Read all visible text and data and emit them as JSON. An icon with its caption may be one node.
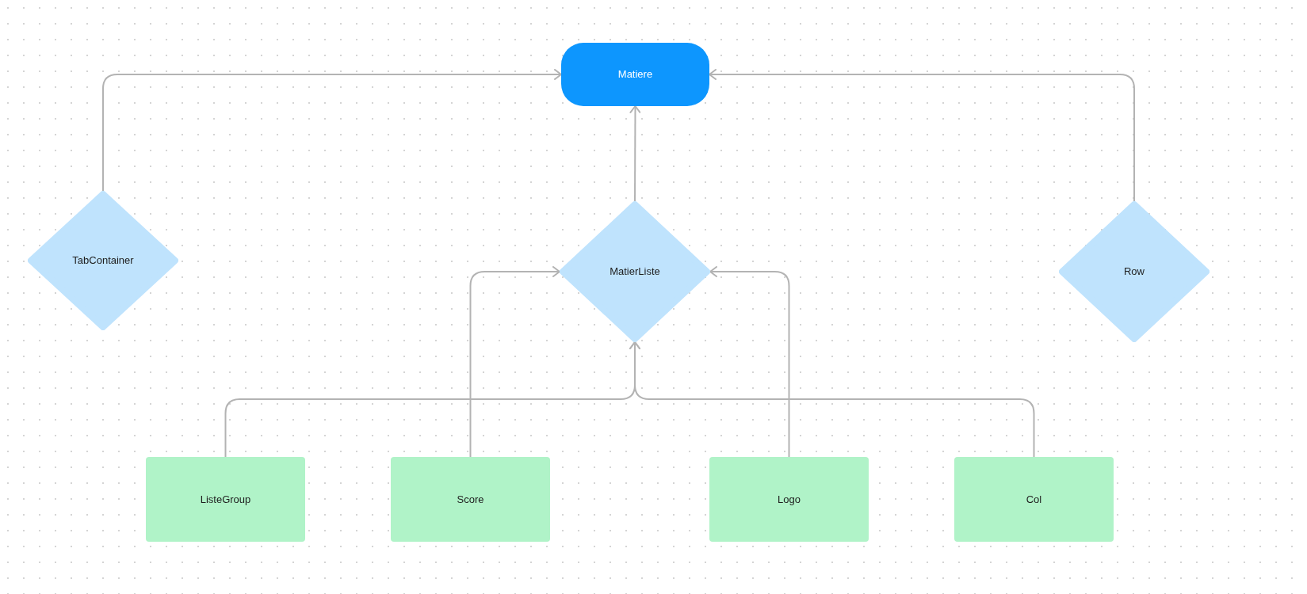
{
  "diagram": {
    "nodes": [
      {
        "text": [
          "Matiere"
        ]
      },
      {
        "text": [
          "TabContainer"
        ]
      },
      {
        "text": [
          "MatierListe"
        ]
      },
      {
        "text": [
          "Row"
        ]
      },
      {
        "text": [
          "ListeGroup"
        ]
      },
      {
        "text": [
          "Score"
        ]
      },
      {
        "text": [
          "Logo"
        ]
      },
      {
        "text": [
          "Col"
        ]
      }
    ],
    "edges": [
      {
        "from": 1,
        "to": 0,
        "arrow": "to"
      },
      {
        "from": 3,
        "to": 0,
        "arrow": "to"
      },
      {
        "from": 2,
        "to": 0,
        "arrow": "to"
      },
      {
        "from": 4,
        "to": 2,
        "arrow": "to"
      },
      {
        "from": 5,
        "to": 2,
        "arrow": "to"
      },
      {
        "from": 6,
        "to": 2,
        "arrow": "to"
      },
      {
        "from": 7,
        "to": 2,
        "arrow": "to"
      }
    ]
  }
}
